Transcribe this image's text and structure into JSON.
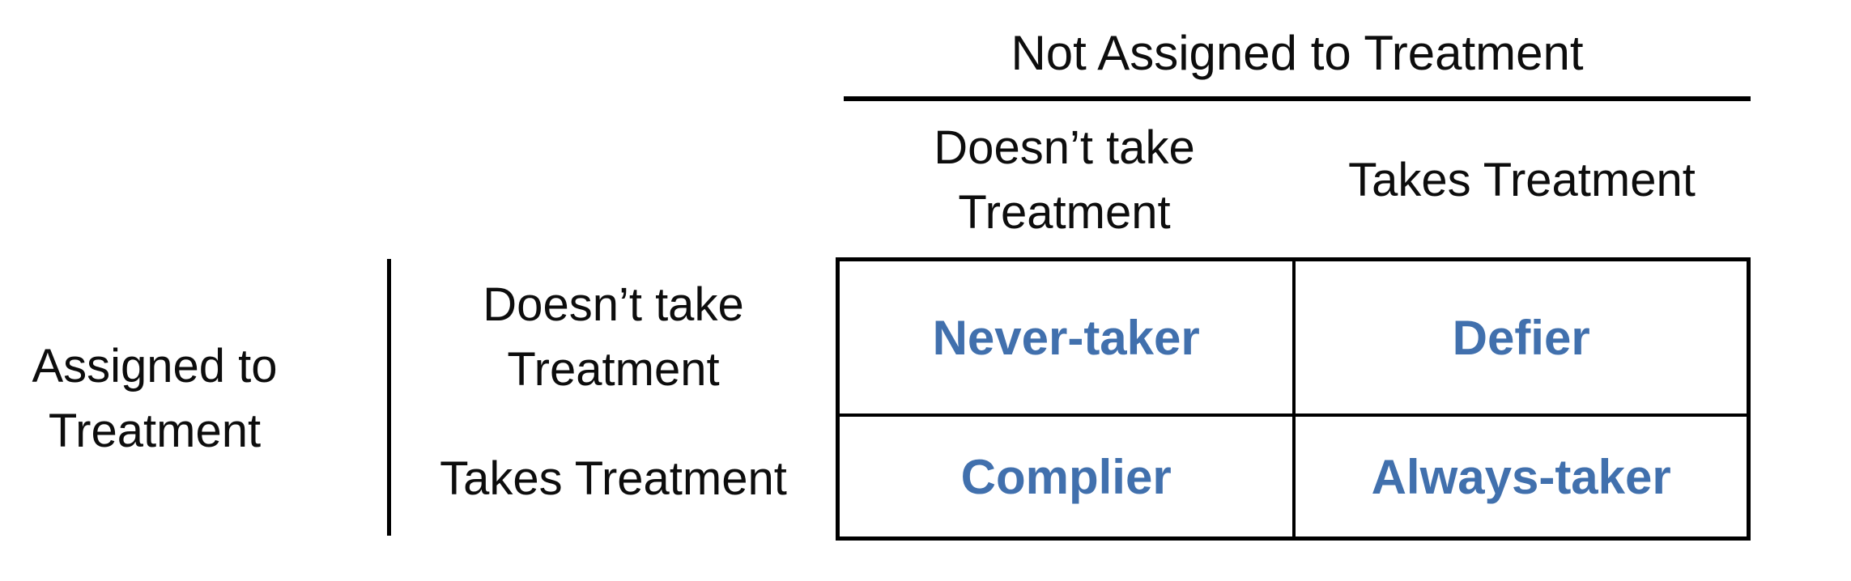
{
  "matrix": {
    "top_group_label": "Not Assigned to Treatment",
    "left_group_label": "Assigned to\nTreatment",
    "col_headers": [
      "Doesn’t take\nTreatment",
      "Takes Treatment"
    ],
    "row_headers": [
      "Doesn’t take\nTreatment",
      "Takes Treatment"
    ],
    "cells": [
      [
        "Never-taker",
        "Defier"
      ],
      [
        "Complier",
        "Always-taker"
      ]
    ],
    "colors": {
      "cell_text": "#4170ad",
      "label_text": "#0d0d0d",
      "line": "#000000",
      "background": "#ffffff"
    }
  }
}
